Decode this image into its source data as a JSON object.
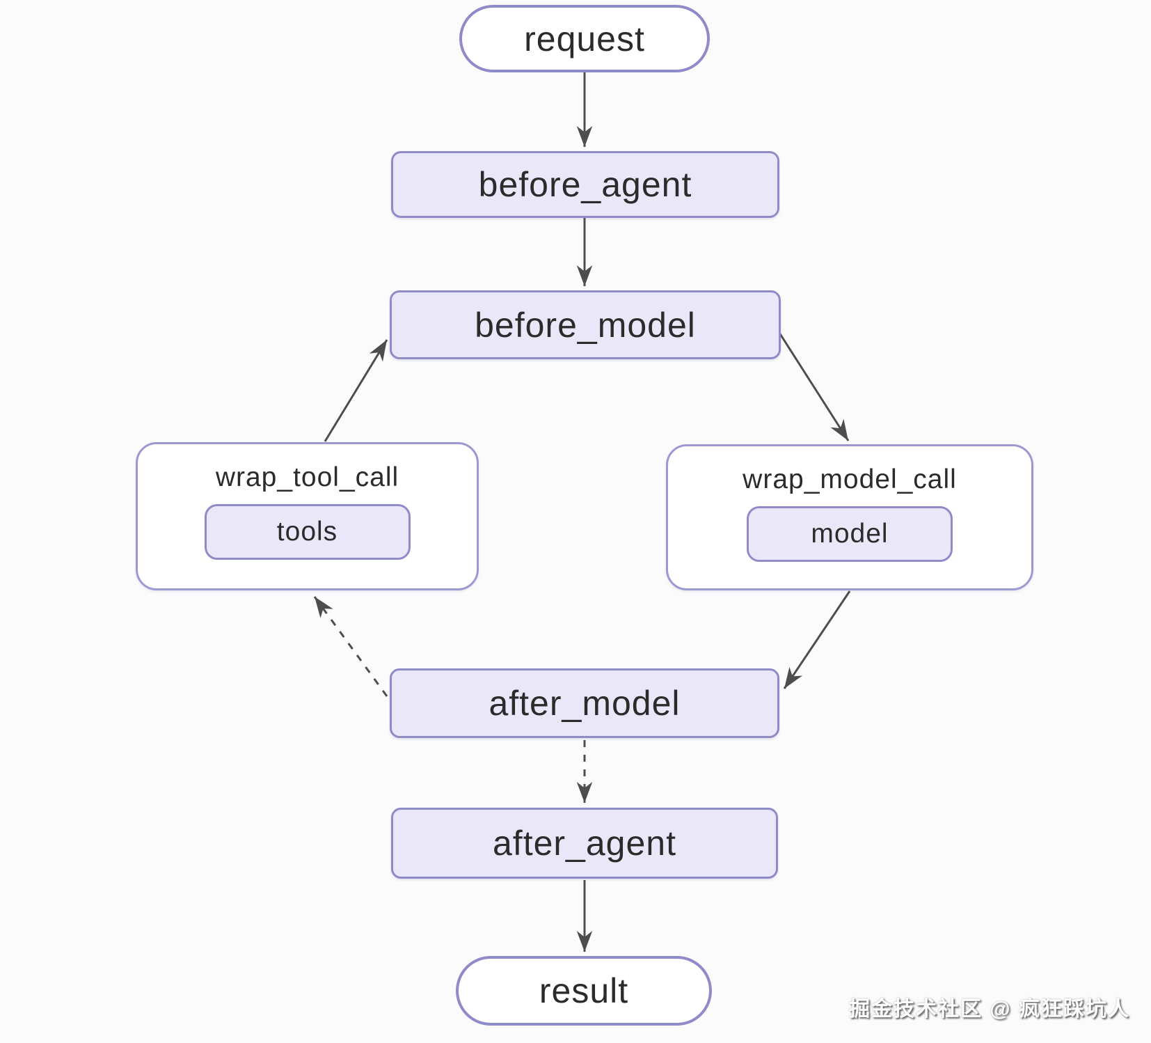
{
  "diagram": {
    "nodes": {
      "request": {
        "label": "request",
        "shape": "stadium"
      },
      "before_agent": {
        "label": "before_agent",
        "shape": "rect"
      },
      "before_model": {
        "label": "before_model",
        "shape": "rect"
      },
      "wrap_tool_call": {
        "label": "wrap_tool_call",
        "inner_label": "tools",
        "shape": "container"
      },
      "wrap_model_call": {
        "label": "wrap_model_call",
        "inner_label": "model",
        "shape": "container"
      },
      "after_model": {
        "label": "after_model",
        "shape": "rect"
      },
      "after_agent": {
        "label": "after_agent",
        "shape": "rect"
      },
      "result": {
        "label": "result",
        "shape": "stadium"
      }
    },
    "edges": [
      {
        "from": "request",
        "to": "before_agent",
        "style": "solid"
      },
      {
        "from": "before_agent",
        "to": "before_model",
        "style": "solid"
      },
      {
        "from": "before_model",
        "to": "wrap_model_call",
        "style": "solid"
      },
      {
        "from": "wrap_tool_call",
        "to": "before_model",
        "style": "solid"
      },
      {
        "from": "wrap_model_call",
        "to": "after_model",
        "style": "solid"
      },
      {
        "from": "after_model",
        "to": "wrap_tool_call",
        "style": "dashed"
      },
      {
        "from": "after_model",
        "to": "after_agent",
        "style": "dashed"
      },
      {
        "from": "after_agent",
        "to": "result",
        "style": "solid"
      }
    ]
  },
  "watermark": {
    "text": "掘金技术社区 @ 疯狂踩坑人"
  },
  "colors": {
    "node_fill": "#eae8f8",
    "node_border": "#8e8bc8",
    "container_fill": "#ffffff",
    "container_border": "#9b99d0",
    "text": "#2b2b2b",
    "arrow": "#4d4d4d",
    "background": "#fbfbfc",
    "watermark_text": "#ffffff"
  }
}
